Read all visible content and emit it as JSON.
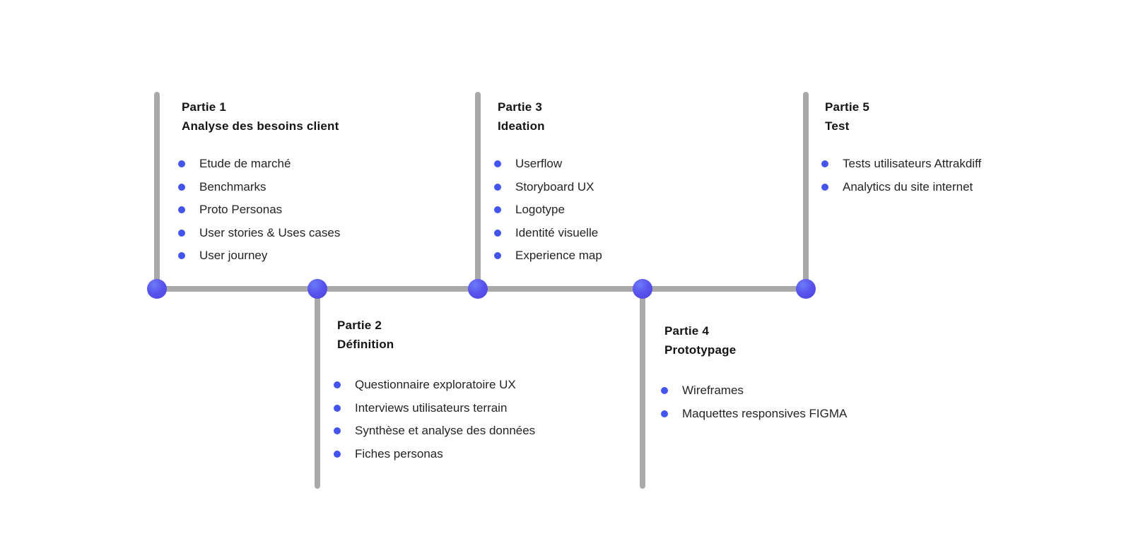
{
  "diagram": {
    "type": "timeline-process",
    "colors": {
      "line": "#a9a9a9",
      "node_accent": "#5a55ee",
      "bullet": "#4355ee",
      "text": "#141414"
    },
    "parts": [
      {
        "label": "Partie 1",
        "name": "Analyse des besoins client",
        "branch": "top",
        "items": [
          "Etude de marché",
          "Benchmarks",
          "Proto Personas",
          "User stories & Uses cases",
          "User journey"
        ]
      },
      {
        "label": "Partie 2",
        "name": "Définition",
        "branch": "bottom",
        "items": [
          "Questionnaire exploratoire UX",
          "Interviews utilisateurs terrain",
          "Synthèse et analyse des données",
          "Fiches personas"
        ]
      },
      {
        "label": "Partie 3",
        "name": "Ideation",
        "branch": "top",
        "items": [
          "Userflow",
          "Storyboard UX",
          "Logotype",
          "Identité visuelle",
          "Experience map"
        ]
      },
      {
        "label": "Partie 4",
        "name": "Prototypage",
        "branch": "bottom",
        "items": [
          "Wireframes",
          "Maquettes responsives FIGMA"
        ]
      },
      {
        "label": "Partie 5",
        "name": "Test",
        "branch": "top",
        "items": [
          "Tests utilisateurs Attrakdiff",
          "Analytics du site internet"
        ]
      }
    ]
  }
}
